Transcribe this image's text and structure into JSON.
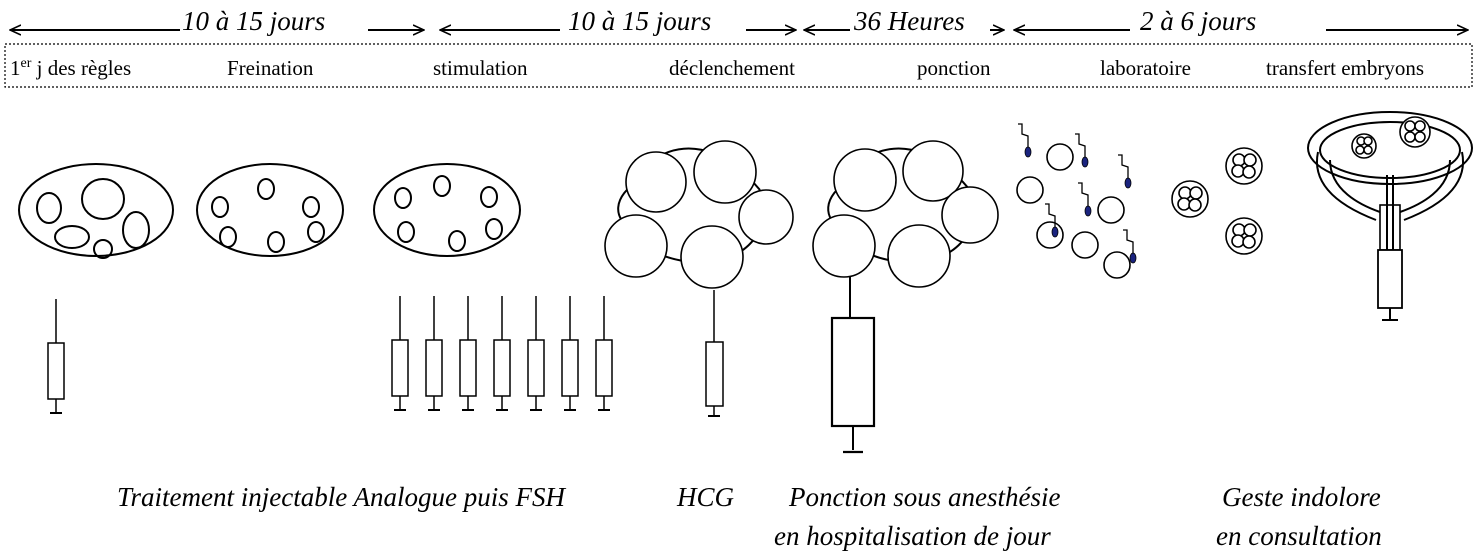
{
  "durations": [
    "10 à 15 jours",
    "10 à 15 jours",
    "36 Heures",
    "2 à 6 jours"
  ],
  "steps": {
    "first_day_prefix": "1",
    "first_day_sup": "er",
    "first_day_suffix": " j des règles",
    "freination": "Freination",
    "stimulation": "stimulation",
    "declenchement": "déclenchement",
    "ponction": "ponction",
    "laboratoire": "laboratoire",
    "transfert": "transfert embryons"
  },
  "captions": {
    "traitement": "Traitement injectable Analogue puis FSH",
    "hcg": "HCG",
    "ponction_line1": "Ponction sous anesthésie",
    "ponction_line2": "en hospitalisation de jour",
    "geste_line1": "Geste indolore",
    "geste_line2": "en consultation"
  },
  "colors": {
    "sperm_head": "#1a237e",
    "stroke": "#000000"
  }
}
